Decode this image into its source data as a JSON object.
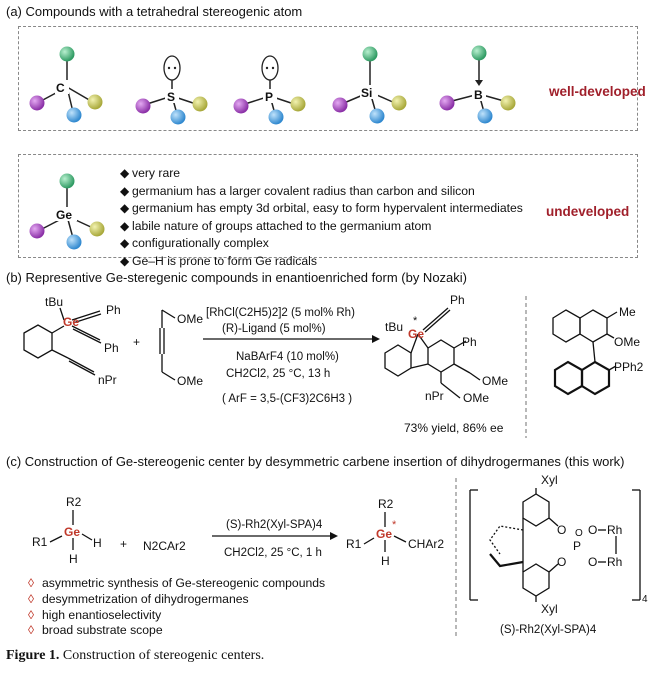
{
  "section_a": {
    "title": "(a) Compounds with a tetrahedral stereogenic atom",
    "atoms": [
      "C",
      "S",
      "P",
      "Si",
      "B"
    ],
    "well_developed_label": "well-developed",
    "ge_atom": "Ge",
    "undeveloped_label": "undeveloped",
    "bullets": [
      "very rare",
      "germanium has a larger covalent radius than carbon and silicon",
      "germanium has empty 3d orbital, easy to form hypervalent intermediates",
      "labile nature of groups attached to the germanium atom",
      "configurationally complex",
      "Ge–H is prone to form Ge radicals"
    ]
  },
  "section_b": {
    "title": "(b) Representive Ge-steregenic compounds in enantioenriched form (by Nozaki)",
    "tbu": "tBu",
    "ph": "Ph",
    "npr": "nPr",
    "ome": "OMe",
    "plus": "+",
    "cond1": "[RhCl(C2H5)2]2 (5 mol% Rh)",
    "cond2": "(R)-Ligand (5 mol%)",
    "cond3": "NaBArF4 (10 mol%)",
    "cond4": "CH2Cl2, 25 °C, 13 h",
    "arf_def": "( ArF = 3,5-(CF3)2C6H3 )",
    "yield": "73% yield, 86% ee",
    "me": "Me",
    "pph2": "PPh2"
  },
  "section_c": {
    "title": "(c) Construction of Ge-stereogenic center by desymmetric carbene insertion of dihydrogermanes (this work)",
    "r1": "R1",
    "r2": "R2",
    "h": "H",
    "diazo": "N2CAr2",
    "cond1": "(S)-Rh2(Xyl-SPA)4",
    "cond2": "CH2Cl2, 25 °C, 1 h",
    "product_sub": "CHAr2",
    "points": [
      "asymmetric synthesis of Ge-stereogenic compounds",
      "desymmetrization of dihydrogermanes",
      "high enantioselectivity",
      "broad substrate scope"
    ],
    "xyl": "Xyl",
    "rh": "Rh",
    "catalyst_name": "(S)-Rh2(Xyl-SPA)4"
  },
  "caption": {
    "label": "Figure 1.",
    "text": "Construction of stereogenic centers."
  },
  "colors": {
    "green": "#3aa76d",
    "purple": "#9b3fb5",
    "olive": "#b5b545",
    "blue": "#3d9be0",
    "accent_red": "#a0202b",
    "ge_red": "#c0392b"
  }
}
